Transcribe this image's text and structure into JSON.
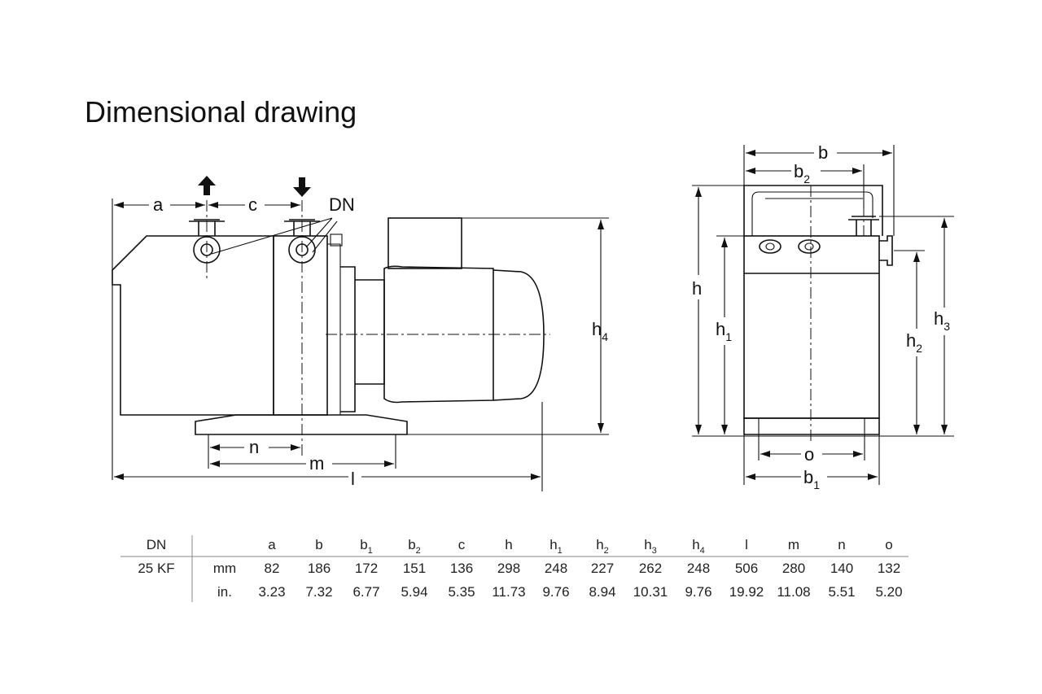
{
  "title": "Dimensional drawing",
  "labels": {
    "a": "a",
    "c": "c",
    "dn": "DN",
    "h4": "h",
    "h4_sub": "4",
    "n": "n",
    "m": "m",
    "l": "l",
    "b": "b",
    "b2": "b",
    "b2_sub": "2",
    "h": "h",
    "h1": "h",
    "h1_sub": "1",
    "h2": "h",
    "h2_sub": "2",
    "h3": "h",
    "h3_sub": "3",
    "o": "o",
    "b1": "b",
    "b1_sub": "1"
  },
  "table": {
    "corner": "DN",
    "columns": [
      {
        "base": "a",
        "sub": ""
      },
      {
        "base": "b",
        "sub": ""
      },
      {
        "base": "b",
        "sub": "1"
      },
      {
        "base": "b",
        "sub": "2"
      },
      {
        "base": "c",
        "sub": ""
      },
      {
        "base": "h",
        "sub": ""
      },
      {
        "base": "h",
        "sub": "1"
      },
      {
        "base": "h",
        "sub": "2"
      },
      {
        "base": "h",
        "sub": "3"
      },
      {
        "base": "h",
        "sub": "4"
      },
      {
        "base": "l",
        "sub": ""
      },
      {
        "base": "m",
        "sub": ""
      },
      {
        "base": "n",
        "sub": ""
      },
      {
        "base": "o",
        "sub": ""
      }
    ],
    "rows": [
      {
        "dn": "25 KF",
        "unit": "mm",
        "values": [
          "82",
          "186",
          "172",
          "151",
          "136",
          "298",
          "248",
          "227",
          "262",
          "248",
          "506",
          "280",
          "140",
          "132"
        ]
      },
      {
        "dn": "",
        "unit": "in.",
        "values": [
          "3.23",
          "7.32",
          "6.77",
          "5.94",
          "5.35",
          "11.73",
          "9.76",
          "8.94",
          "10.31",
          "9.76",
          "19.92",
          "11.08",
          "5.51",
          "5.20"
        ]
      }
    ]
  }
}
